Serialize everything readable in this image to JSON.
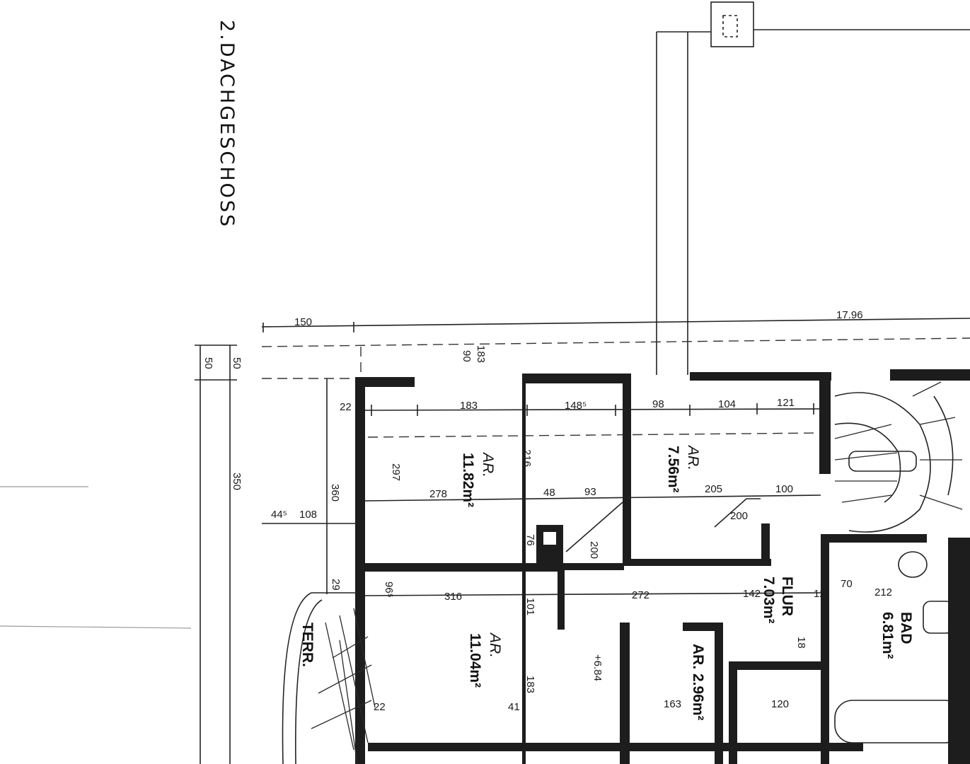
{
  "plan": {
    "title": "2.DACHGESCHOSS",
    "rooms": [
      {
        "name": "AR.",
        "area": "11.82m²"
      },
      {
        "name": "AR.",
        "area": "7.56m²"
      },
      {
        "name": "AR.",
        "area": "11.04m²"
      },
      {
        "name": "FLUR",
        "area": "7.03m²"
      },
      {
        "name": "BAD",
        "area": "6.81m²"
      },
      {
        "name": "AR.",
        "area": "2.96m²"
      },
      {
        "name": "TERR.",
        "area": ""
      }
    ],
    "overall_dimension": "17.96",
    "dimensions": [
      "150",
      "50",
      "350",
      "183",
      "90",
      "22",
      "183",
      "148⁵",
      "98",
      "104",
      "121",
      "297",
      "278",
      "216",
      "48",
      "93",
      "205",
      "100",
      "200",
      "360",
      "44⁵",
      "108",
      "29",
      "96⁵",
      "316",
      "272",
      "142",
      "70",
      "212",
      "101",
      "76",
      "200",
      "+6.84",
      "163",
      "120",
      "183",
      "41",
      "22",
      "12",
      "18"
    ]
  }
}
